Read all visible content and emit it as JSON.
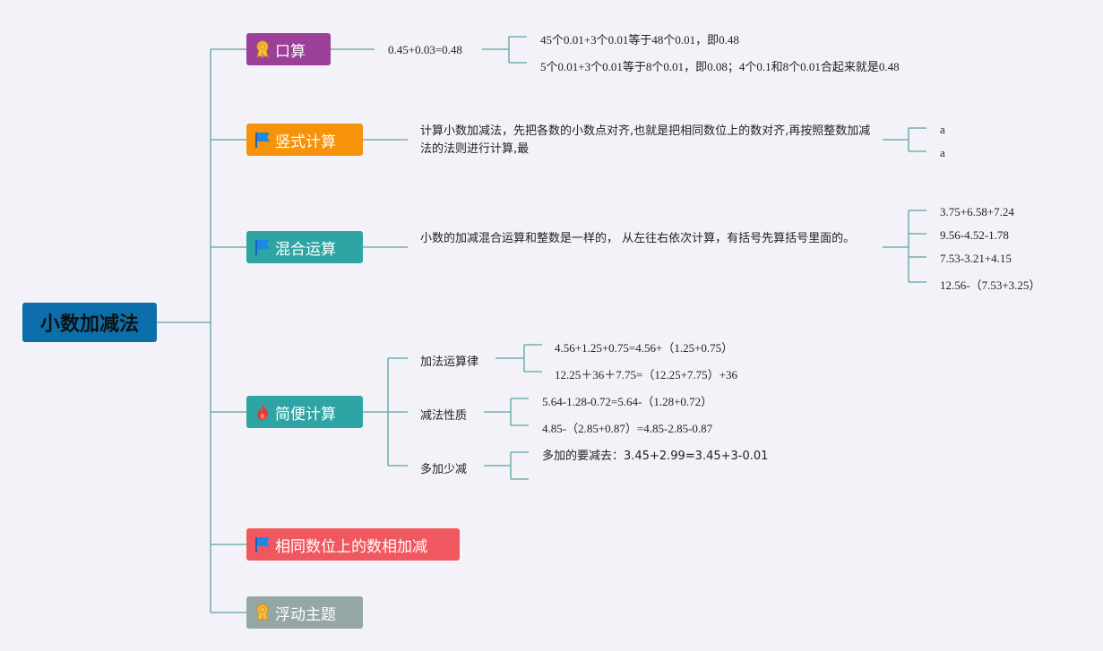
{
  "root": {
    "label": "小数加减法"
  },
  "colors": {
    "root": "#0c6eab",
    "kousuan": "#9b3f98",
    "shushi": "#f7920b",
    "hunhe": "#2fa4a4",
    "jianbian": "#2fa4a4",
    "xiangtong": "#f0585f",
    "fudong": "#95a7a4",
    "line": "#5aa39f"
  },
  "branches": {
    "kousuan": {
      "label": "口算",
      "icon": "ribbon-icon",
      "expr": "0.45+0.03=0.48",
      "details": [
        "45个0.01+3个0.01等于48个0.01，即0.48",
        "5个0.01+3个0.01等于8个0.01，即0.08；4个0.1和8个0.01合起来就是0.48"
      ]
    },
    "shushi": {
      "label": "竖式计算",
      "icon": "flag-icon",
      "text": "计算小数加减法，先把各数的小数点对齐,也就是把相同数位上的数对齐,再按照整数加减法的法则进行计算,最",
      "children": [
        "a",
        "a"
      ]
    },
    "hunhe": {
      "label": "混合运算",
      "icon": "flag-icon",
      "text": "小数的加减混合运算和整数是一样的， 从左往右依次计算，有括号先算括号里面的。",
      "children": [
        "3.75+6.58+7.24",
        "9.56-4.52-1.78",
        "7.53-3.21+4.15",
        "12.56-（7.53+3.25）"
      ]
    },
    "jianbian": {
      "label": "简便计算",
      "icon": "fire-icon",
      "groups": [
        {
          "label": "加法运算律",
          "items": [
            "4.56+1.25+0.75=4.56+（1.25+0.75）",
            "12.25＋36＋7.75=（12.25+7.75）+36"
          ]
        },
        {
          "label": "减法性质",
          "items": [
            "5.64-1.28-0.72=5.64-（1.28+0.72）",
            "4.85-（2.85+0.87）=4.85-2.85-0.87"
          ]
        },
        {
          "label": "多加少减",
          "items": [
            "多加的要减去：3.45+2.99=3.45+3-0.01",
            ""
          ]
        }
      ]
    },
    "xiangtong": {
      "label": "相同数位上的数相加减",
      "icon": "flag-icon"
    },
    "fudong": {
      "label": "浮动主题",
      "icon": "ribbon-icon"
    }
  }
}
